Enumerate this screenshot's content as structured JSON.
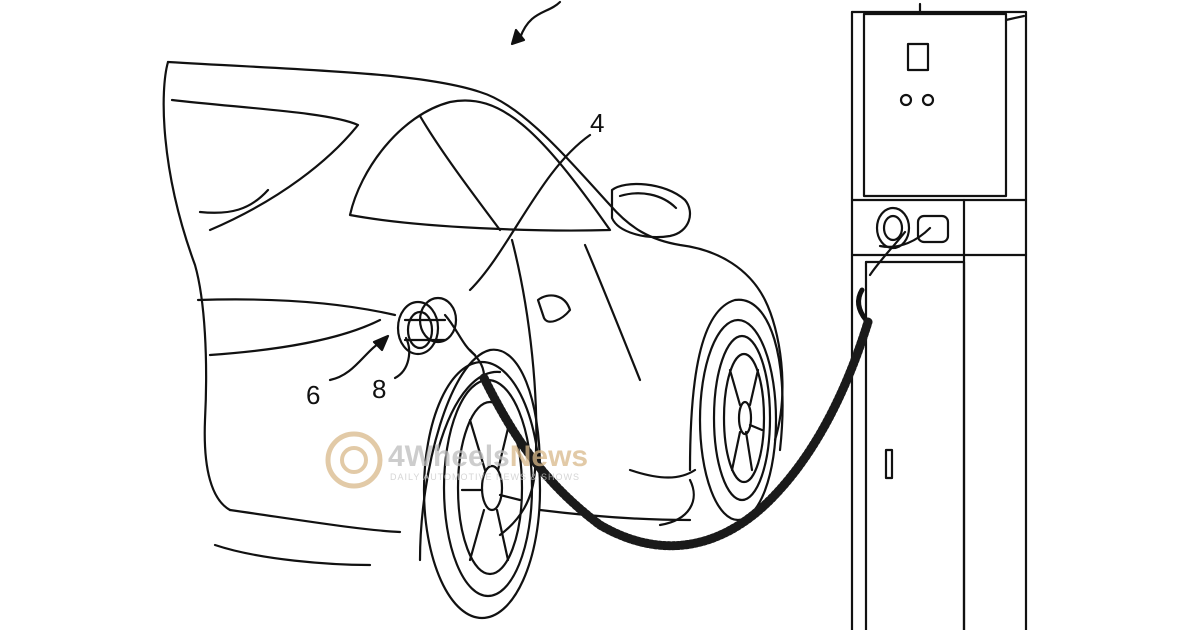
{
  "figure": {
    "labels": {
      "vehicle": "4",
      "charging_port": "6",
      "plug": "8"
    }
  },
  "watermark": {
    "brand_prefix": "4Wheels",
    "brand_suffix": "News",
    "tagline": "DAILY AUTOMOTIVE NEWS & SHOWS",
    "colors": {
      "prefix": "#bdbdbd",
      "suffix": "#d9b98a",
      "tagline": "#c8c8c8"
    }
  },
  "colors": {
    "line": "#111111",
    "background": "#ffffff",
    "cable": "#1a1a1a"
  }
}
